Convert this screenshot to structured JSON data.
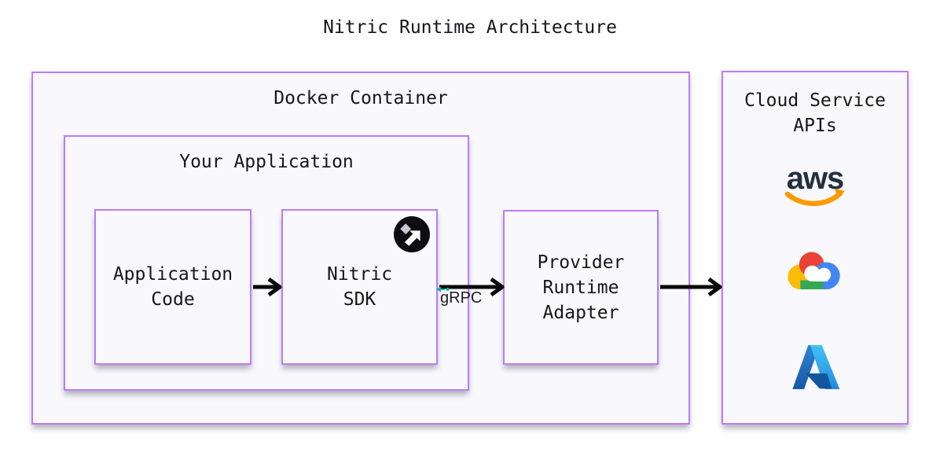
{
  "title": "Nitric Runtime Architecture",
  "docker": {
    "label": "Docker Container"
  },
  "your_app": {
    "label": "Your Application"
  },
  "nodes": {
    "app_code": {
      "line1": "Application",
      "line2": "Code"
    },
    "nitric_sdk": {
      "line1": "Nitric",
      "line2": "SDK"
    },
    "provider": {
      "line1": "Provider",
      "line2": "Runtime",
      "line3": "Adapter"
    }
  },
  "arrows": {
    "grpc_label": "gRPC"
  },
  "cloud": {
    "title_line1": "Cloud Service",
    "title_line2": "APIs",
    "aws_wordmark": "aws",
    "logo_names": [
      "aws",
      "google-cloud",
      "azure"
    ]
  },
  "colors": {
    "accent": "#be7bf2",
    "box-fill": "#f8f8fd",
    "text": "#15151c",
    "arrow": "#0a0a0a",
    "grpc-teal": "#0fb2ac",
    "aws-dark": "#252f3e",
    "aws-orange": "#ff9900",
    "gcp-blue": "#4285f4",
    "gcp-red": "#ea4335",
    "gcp-yellow": "#fbbc05",
    "gcp-green": "#34a853",
    "azure-dark": "#12569f",
    "azure-light": "#41c3f2"
  }
}
